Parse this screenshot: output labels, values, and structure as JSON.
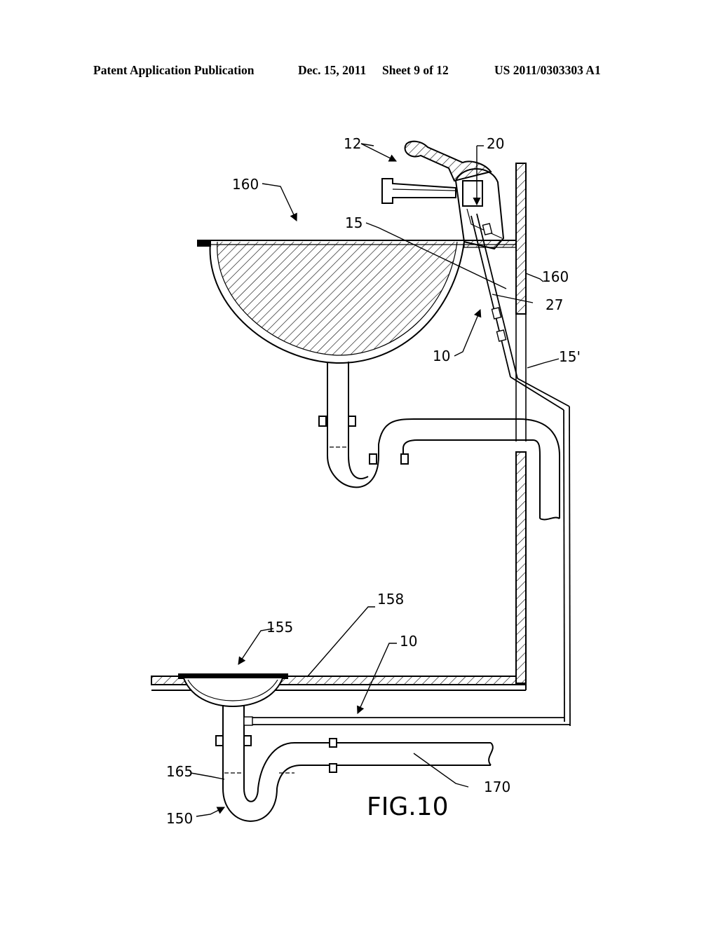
{
  "header": {
    "publication": "Patent Application Publication",
    "date": "Dec. 15, 2011",
    "sheet": "Sheet 9 of 12",
    "number": "US 2011/0303303 A1"
  },
  "figure": {
    "caption": "FIG.10",
    "labels": {
      "faucet": "12",
      "valve": "20",
      "upper_basin": "160",
      "supply_line": "15",
      "wall": "160",
      "fitting": "27",
      "upper_line": "10",
      "lower_line_extension": "15'",
      "floor": "158",
      "floor_drain": "155",
      "lower_line": "10",
      "trap_water": "165",
      "trap": "150",
      "drain_pipe": "170"
    }
  }
}
